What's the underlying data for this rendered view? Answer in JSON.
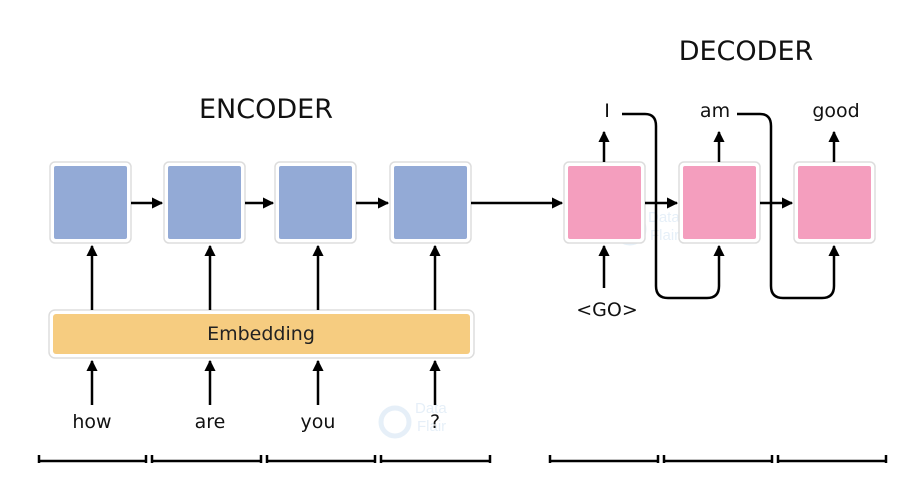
{
  "encoder": {
    "title": "ENCODER",
    "embedding_label": "Embedding",
    "inputs": [
      "how",
      "are",
      "you",
      "?"
    ],
    "cell_color": "#93aad6",
    "embedding_color": "#f6cc80"
  },
  "decoder": {
    "title": "DECODER",
    "start_token": "<GO>",
    "outputs": [
      "I",
      "am",
      "good"
    ],
    "cell_color": "#f49ebe"
  },
  "watermark": {
    "line1": "Data",
    "line2": "Flair"
  }
}
